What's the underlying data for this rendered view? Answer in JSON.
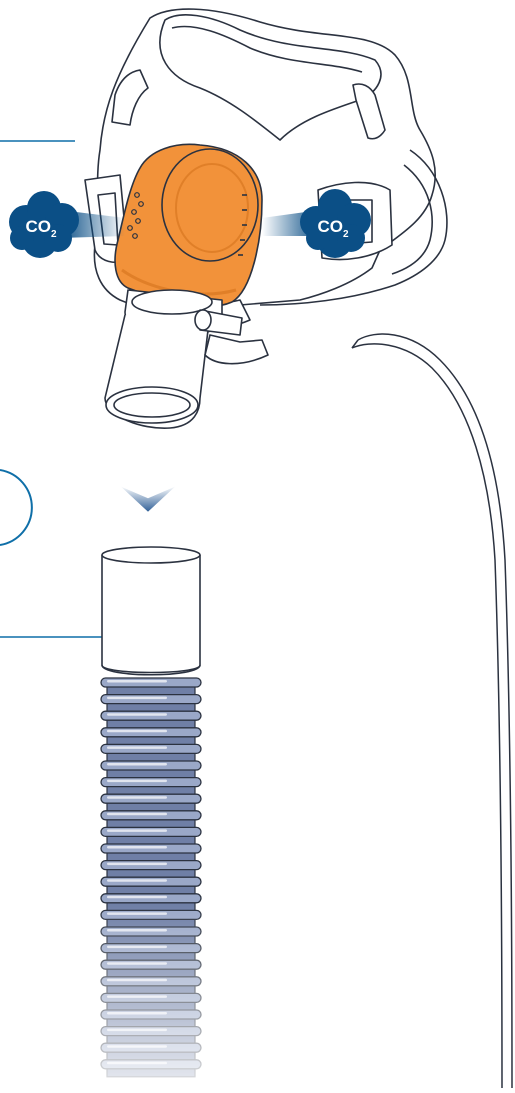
{
  "labels": {
    "co2_left_main": "CO",
    "co2_left_sub": "2",
    "co2_right_main": "CO",
    "co2_right_sub": "2"
  },
  "colors": {
    "outline": "#2b3240",
    "accent_blue": "#0f6fa8",
    "co2_cloud": "#0b4f86",
    "exhaust_orange": "#f2923a",
    "exhaust_orange_dark": "#e07f28",
    "hose_blue": "#9aa8c8",
    "hose_blue_dark": "#6f7fa6",
    "white": "#ffffff"
  },
  "icons": {
    "flow_arrow": "down-arrow-icon",
    "co2_cloud": "cloud-icon"
  },
  "hose": {
    "rings_visible": 24
  }
}
